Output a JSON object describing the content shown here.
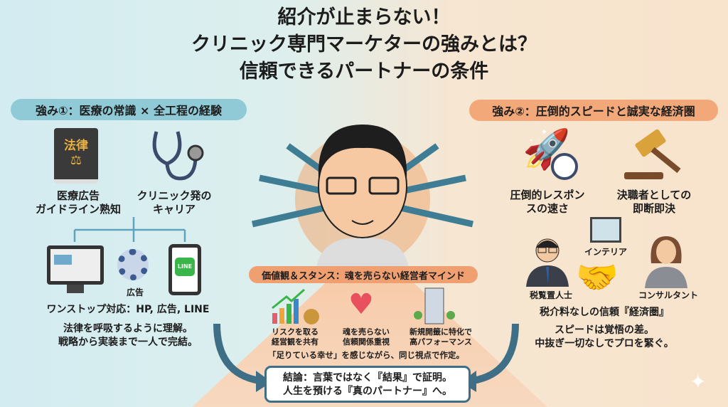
{
  "title": {
    "line1": "紹介が止まらない！",
    "line2": "クリニック専門マーケターの強みとは？",
    "line3": "信頼できるパートナーの条件"
  },
  "left": {
    "heading": "強み①：医療の常識 × 全工程の経験",
    "book_text": "法律",
    "item1": [
      "医療広告",
      "ガイドライン熟知"
    ],
    "item2": [
      "クリニック発の",
      "キャリア"
    ],
    "ad_label": "広告",
    "line_label": "LINE",
    "onestop": "ワンストップ対応：HP, 広告, LINE",
    "desc": [
      "法律を呼吸するように理解。",
      "戦略から実装まで一人で完結。"
    ]
  },
  "right": {
    "heading": "強み②：圧倒的スピードと誠実な経済圏",
    "item1": [
      "圧倒的レスポン",
      "スの速さ"
    ],
    "item2": [
      "決職者としての",
      "即断即決"
    ],
    "interior": "インテリア",
    "tax": "税覧置人士",
    "consultant": "コンサルタント",
    "network": "税介料なしの信頼『経済圏』",
    "desc": [
      "スピードは覚悟の差。",
      "中抜ぎ一切なしでプロを緊ぐ。"
    ]
  },
  "center": {
    "heading": "価値観＆スタンス：魂を売らない経営者マインド",
    "items": [
      [
        "リスクを取る",
        "経営観を共有"
      ],
      [
        "魂を売らない",
        "信頼関係重視"
      ],
      [
        "新規開籤に特化で",
        "高パフォーマンス"
      ]
    ],
    "note": "「足りている幸せ」を感じながら、同じ視点で作定。",
    "conclusion": [
      "結論：言葉ではなく『結果』で証明。",
      "人生を預ける『真のパートナー』へ。"
    ]
  },
  "colors": {
    "blue_pill": "#8fcad6",
    "orange_pill": "#f2a878",
    "arrow": "#3f7d95"
  }
}
